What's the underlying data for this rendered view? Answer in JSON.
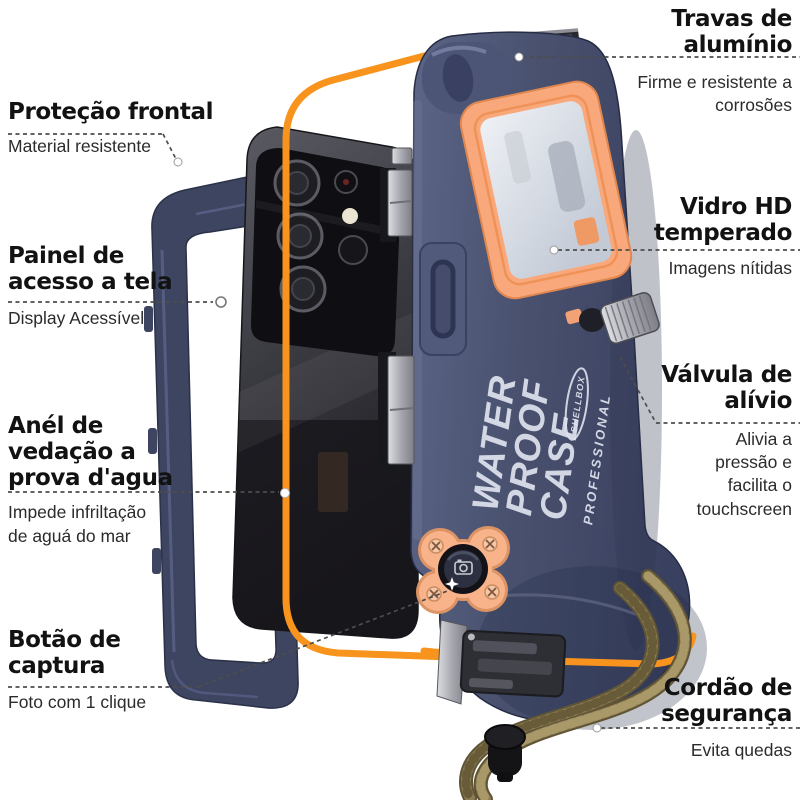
{
  "page": {
    "background": "#ffffff"
  },
  "colors": {
    "accent_orange": "#f8941d",
    "case_navy": "#47506e",
    "window_peach": "#f9a87b",
    "shutter_peach": "#f9b38b",
    "phone_gray": "#3f3f46",
    "lanyard_olive": "#8d7d55",
    "label_ink": "#121212"
  },
  "product": {
    "brand_word1": "WATER",
    "brand_word2": "PROOF",
    "brand_word3": "CASE",
    "brand_subline": "PROFESSIONAL",
    "brand_badge": "SHELLBOX"
  },
  "callouts": {
    "travas": {
      "title": "Travas de\nalumínio",
      "subtitle": "Firme e resistente a\ncorrosões"
    },
    "protecao": {
      "title": "Proteção frontal",
      "subtitle": "Material resistente"
    },
    "painel": {
      "title": "Painel de\nacesso a tela",
      "subtitle": "Display Acessível"
    },
    "anel": {
      "title": "Anél de\nvedação a\nprova d'agua",
      "subtitle": "Impede infriltação\nde aguá do mar"
    },
    "botao": {
      "title": "Botão de\ncaptura",
      "subtitle": "Foto com 1 clique"
    },
    "vidro": {
      "title": "Vidro HD\ntemperado",
      "subtitle": "Imagens nítidas"
    },
    "valvula": {
      "title": "Válvula de\nalívio",
      "subtitle": "Alivia a\npressão e\nfacilita o\ntouchscreen"
    },
    "cordao": {
      "title": "Cordão de\nsegurança",
      "subtitle": "Evita quedas"
    }
  }
}
